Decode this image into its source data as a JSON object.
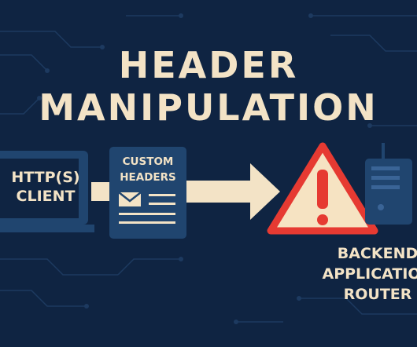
{
  "title": {
    "line1": "HEADER",
    "line2": "MANIPULATION"
  },
  "client": {
    "line1": "HTTP(S)",
    "line2": "CLIENT"
  },
  "custom_headers": {
    "line1": "CUSTOM",
    "line2": "HEADERS"
  },
  "backend": {
    "line1": "BACKEND",
    "line2": "APPLICATION",
    "line3": "ROUTER"
  },
  "colors": {
    "background": "#0f2442",
    "cream": "#f3e3c6",
    "panel": "#20456f",
    "warning_red": "#e63a32",
    "warning_fill": "#f6e3c2"
  },
  "icons": [
    "laptop-icon",
    "envelope-icon",
    "arrow-icon",
    "warning-icon",
    "server-icon"
  ]
}
